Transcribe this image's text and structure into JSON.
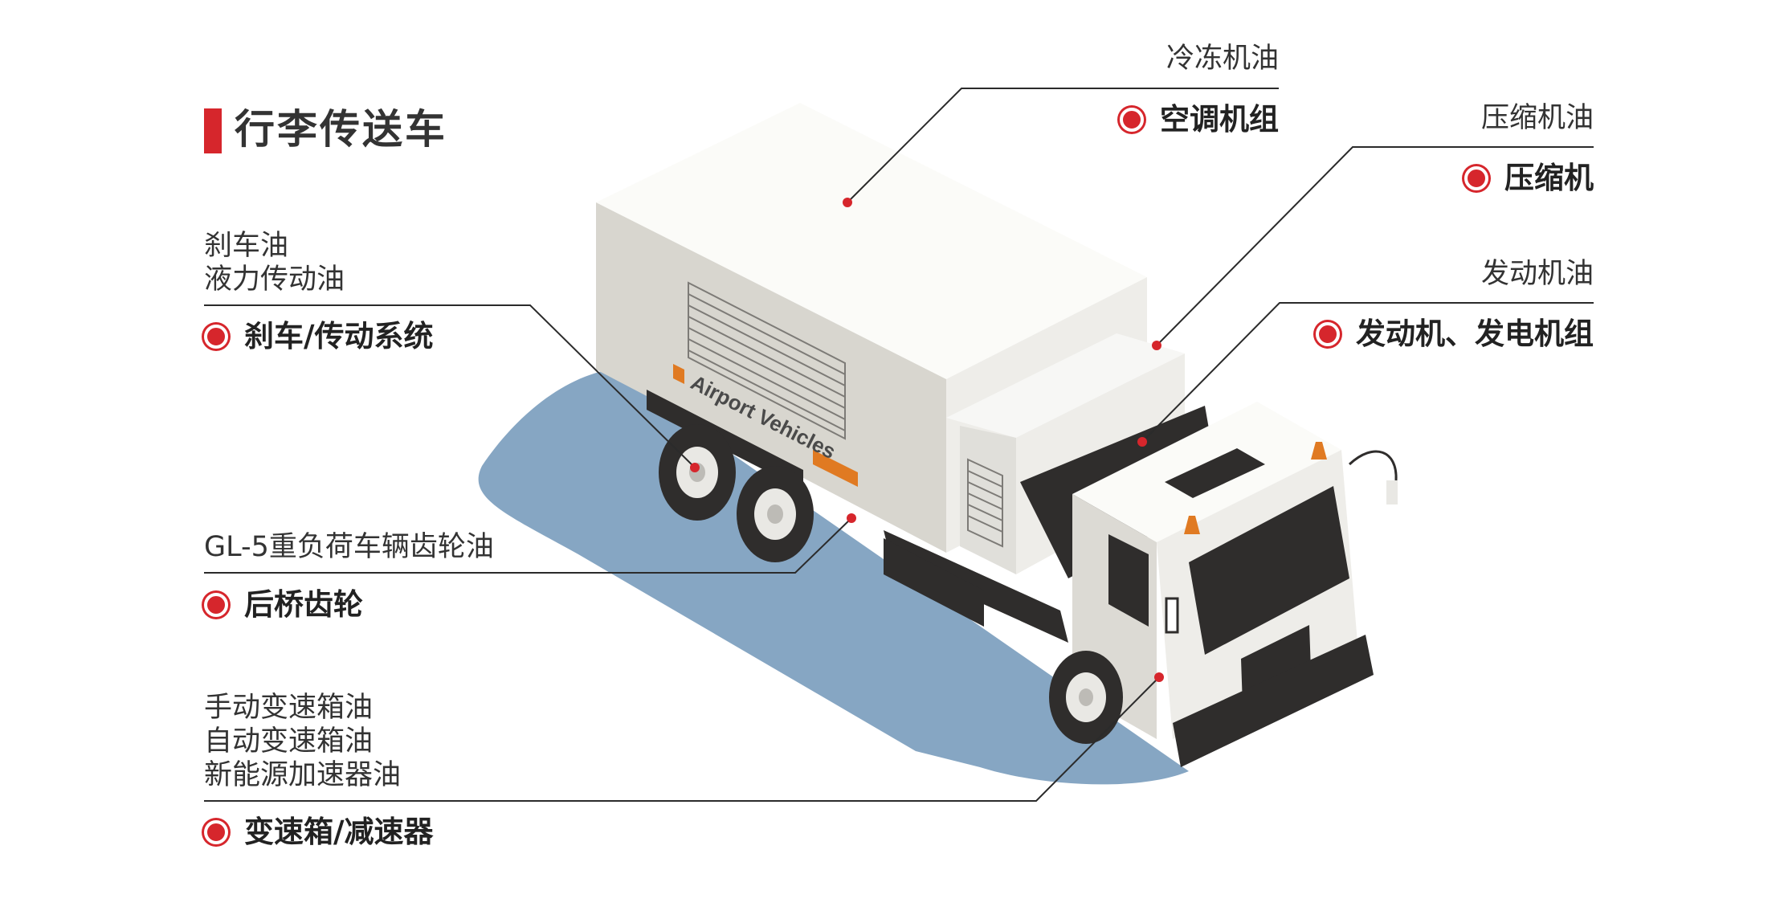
{
  "title": "行李传送车",
  "colors": {
    "accent": "#d6262c",
    "shadow": "#86a6c3",
    "truck_body": "#f1f0ec",
    "truck_shade": "#d5d3cd",
    "chassis": "#2f2d2c",
    "orange": "#e07a22"
  },
  "vehicle_text": "Airport Vehicles",
  "callouts": {
    "ac": {
      "oils": [
        "冷冻机油"
      ],
      "component": "空调机组"
    },
    "compressor": {
      "oils": [
        "压缩机油"
      ],
      "component": "压缩机"
    },
    "engine": {
      "oils": [
        "发动机油"
      ],
      "component": "发动机、发电机组"
    },
    "brake": {
      "oils": [
        "刹车油",
        "液力传动油"
      ],
      "component": "刹车/传动系统"
    },
    "axle": {
      "oils": [
        "GL-5重负荷车辆齿轮油"
      ],
      "component": "后桥齿轮"
    },
    "gearbox": {
      "oils": [
        "手动变速箱油",
        "自动变速箱油",
        "新能源加速器油"
      ],
      "component": "变速箱/减速器"
    }
  }
}
